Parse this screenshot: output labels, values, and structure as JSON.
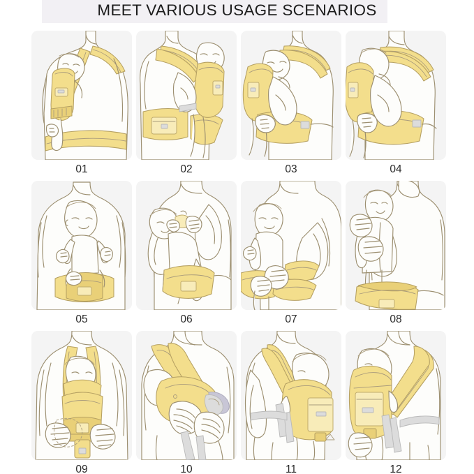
{
  "header": {
    "title": "MEET VARIOUS USAGE SCENARIOS"
  },
  "colors": {
    "page_background": "#ffffff",
    "title_band": "#f2f0f4",
    "title_text": "#1c1c1c",
    "panel_background": "#f4f4f4",
    "line_art_stroke": "#9c8f70",
    "carrier_yellow": "#f3de8c",
    "carrier_yellow_dark": "#e9d078",
    "carrier_yellow_light": "#f8ecb9",
    "strap_gray": "#dcdcdc",
    "buckle_blue_gray": "#c8c6d6",
    "caption_text": "#2b2b2b"
  },
  "grid": {
    "rows": 3,
    "columns": 4,
    "panels": [
      {
        "id": "01",
        "label": "01",
        "scene": "front-carry-newborn-cradle-with-hipseat"
      },
      {
        "id": "02",
        "label": "02",
        "scene": "back-view-side-carry-with-waist-pouch"
      },
      {
        "id": "03",
        "label": "03",
        "scene": "side-view-front-carry-inward-facing"
      },
      {
        "id": "04",
        "label": "04",
        "scene": "front-carry-inward-facing-shoulder-straps"
      },
      {
        "id": "05",
        "label": "05",
        "scene": "hipseat-only-toddler-standing-forward"
      },
      {
        "id": "06",
        "label": "06",
        "scene": "bottle-feeding-cradle-on-hipseat"
      },
      {
        "id": "07",
        "label": "07",
        "scene": "hipseat-waist-belt-toddler-beside-parent"
      },
      {
        "id": "08",
        "label": "08",
        "scene": "hipseat-belt-toddler-standing-on-seat"
      },
      {
        "id": "09",
        "label": "09",
        "scene": "front-view-front-carry-facing-parent"
      },
      {
        "id": "10",
        "label": "10",
        "scene": "closeup-buckle-strap-adjustment"
      },
      {
        "id": "11",
        "label": "11",
        "scene": "back-carry-rear-view-with-storage-pocket"
      },
      {
        "id": "12",
        "label": "12",
        "scene": "side-carry-single-shoulder-strap"
      }
    ]
  }
}
